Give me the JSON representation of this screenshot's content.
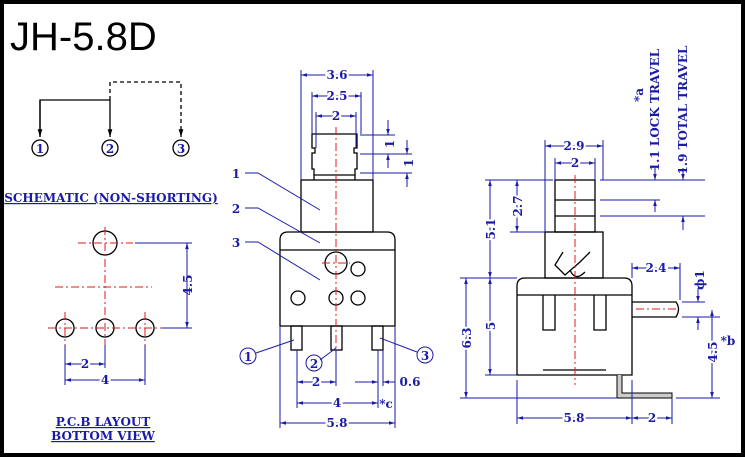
{
  "title": "JH-5.8D",
  "colors": {
    "dimension": "#1a1aa8",
    "centerline": "#e01818",
    "outline": "#000000"
  },
  "schematic": {
    "pins": [
      "1",
      "2",
      "3"
    ],
    "label": "SCHEMATIC (NON-SHORTING)"
  },
  "pcb": {
    "dims": {
      "height": "4.5",
      "pitch": "2",
      "span": "4"
    },
    "label_1": "P.C.B LAYOUT",
    "label_2": "BOTTOM VIEW"
  },
  "front": {
    "parts": [
      "1",
      "2",
      "3"
    ],
    "pins": [
      "1",
      "2",
      "3"
    ],
    "dims": {
      "w1": "3.6",
      "w2": "2.5",
      "w3": "2",
      "h1": "1",
      "h2": "1",
      "pitch": "2",
      "pin": "0.6",
      "span": "4",
      "note_c": "*c",
      "width": "5.8"
    }
  },
  "side": {
    "notes": {
      "a": "*a",
      "lock": "1.1 LOCK TRAVEL",
      "total": "1.9 TOTAL TRAVEL",
      "b": "*b"
    },
    "dims": {
      "w1": "2.9",
      "w2": "2",
      "h1": "5.1",
      "h2": "2.7",
      "h3": "6.3",
      "h4": "5",
      "width": "5.8",
      "pin": "2",
      "shaft": "2.4",
      "dia": "ϕ1",
      "offset": "4.5"
    }
  }
}
